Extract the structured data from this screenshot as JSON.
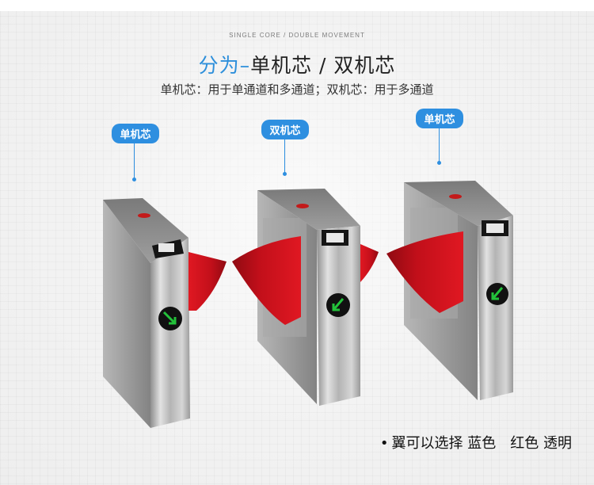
{
  "header": {
    "subtitle_en": "SINGLE CORE / DOUBLE MOVEMENT",
    "title_accent": "分为–",
    "title_main": "单机芯 / 双机芯",
    "description": "单机芯：用于单通道和多通道；双机芯：用于多通道"
  },
  "callouts": [
    {
      "label": "单机芯"
    },
    {
      "label": "双机芯"
    },
    {
      "label": "单机芯"
    }
  ],
  "features": {
    "bullet": "•",
    "text": "翼可以选择 蓝色　红色 透明"
  },
  "colors": {
    "accent": "#2e8fe0",
    "wing": "#c8111c",
    "arrow": "#23c23a"
  }
}
